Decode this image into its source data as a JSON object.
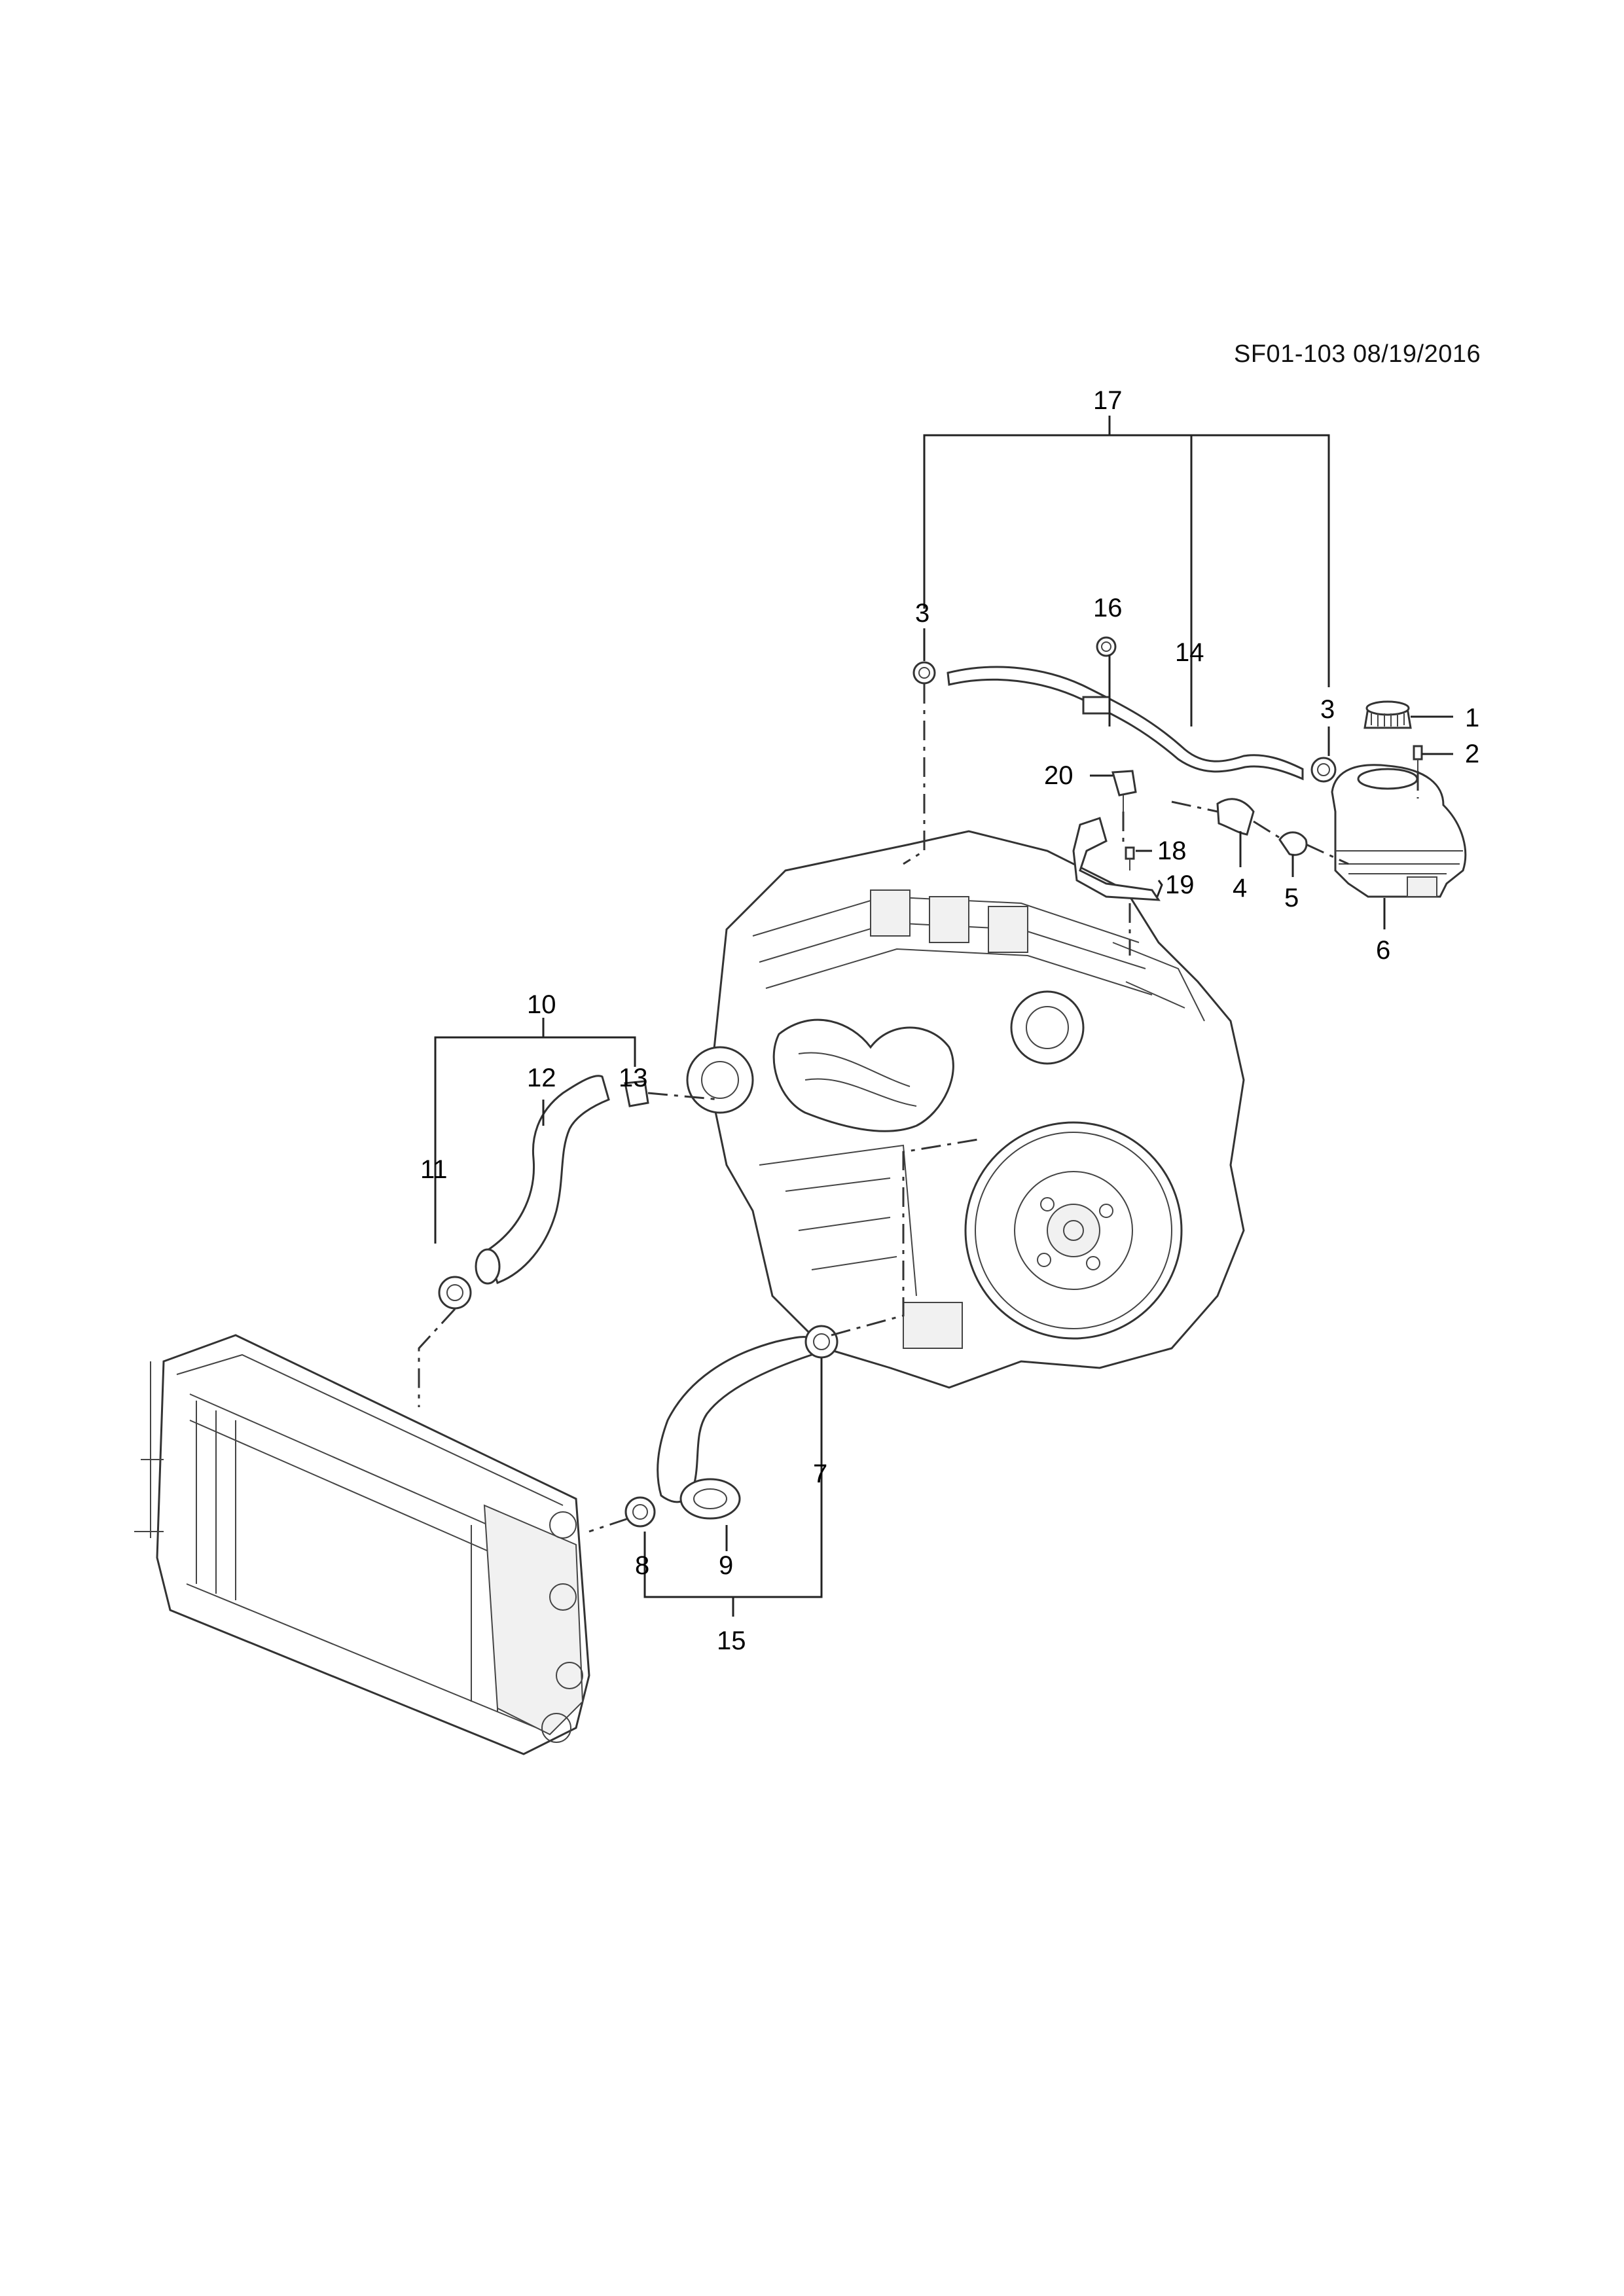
{
  "document": {
    "reference_code": "SF01-103 08/19/2016"
  },
  "callouts": [
    {
      "id": "1",
      "label": "1"
    },
    {
      "id": "2",
      "label": "2"
    },
    {
      "id": "3a",
      "label": "3"
    },
    {
      "id": "3b",
      "label": "3"
    },
    {
      "id": "4",
      "label": "4"
    },
    {
      "id": "5",
      "label": "5"
    },
    {
      "id": "6",
      "label": "6"
    },
    {
      "id": "7",
      "label": "7"
    },
    {
      "id": "8",
      "label": "8"
    },
    {
      "id": "9",
      "label": "9"
    },
    {
      "id": "10",
      "label": "10"
    },
    {
      "id": "11",
      "label": "11"
    },
    {
      "id": "12",
      "label": "12"
    },
    {
      "id": "13",
      "label": "13"
    },
    {
      "id": "14",
      "label": "14"
    },
    {
      "id": "15",
      "label": "15"
    },
    {
      "id": "16",
      "label": "16"
    },
    {
      "id": "17",
      "label": "17"
    },
    {
      "id": "18",
      "label": "18"
    },
    {
      "id": "19",
      "label": "19"
    },
    {
      "id": "20",
      "label": "20"
    }
  ],
  "parts_icons": {
    "engine": "engine-block-icon",
    "radiator": "radiator-icon",
    "reservoir": "coolant-reservoir-icon",
    "cap": "reservoir-cap-icon",
    "upper_hose": "upper-radiator-hose-icon",
    "lower_hose": "lower-radiator-hose-icon",
    "vent_hose": "vent-hose-icon",
    "clamp": "hose-clamp-icon",
    "bracket": "bracket-icon",
    "bolt": "bolt-icon"
  },
  "colors": {
    "line": "#222222",
    "background": "#ffffff"
  }
}
